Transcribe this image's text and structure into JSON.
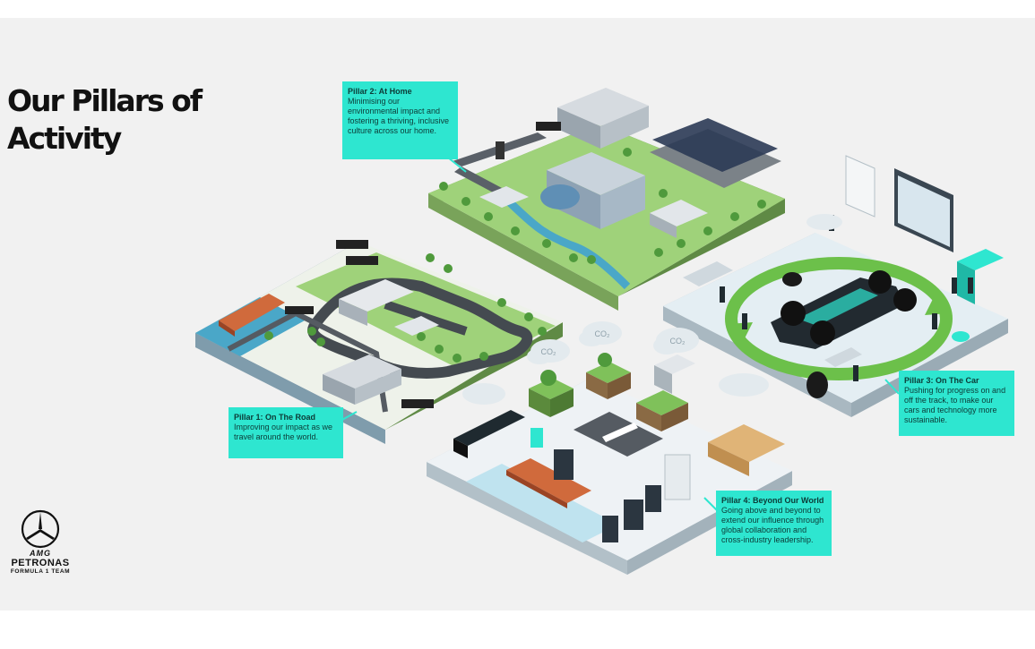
{
  "title_lines": [
    "Our Pillars of",
    "Activity"
  ],
  "pillars": [
    {
      "title": "Pillar 2: At Home",
      "description": "Minimising our environmental impact and fostering a thriving, inclusive culture across our home."
    },
    {
      "title": "Pillar 1: On The Road",
      "description": "Improving our impact as we travel around the world."
    },
    {
      "title": "Pillar 3: On The Car",
      "description": "Pushing for progress on and off the track, to make our cars and technology more sustainable."
    },
    {
      "title": "Pillar 4: Beyond Our World",
      "description": "Going above and beyond to extend our influence through global collaboration and cross-industry leadership."
    }
  ],
  "co2_label": "CO₂",
  "logo": {
    "line1": "AMG",
    "line2": "PETRONAS",
    "line3": "FORMULA 1 TEAM",
    "icon": "three-pointed-star-icon"
  },
  "colors": {
    "callout_bg": "#2ee6d0",
    "grass": "#9fd27a",
    "ground": "#f4f1e8",
    "pad": "#e4eef3",
    "track": "#444a50",
    "eco_ring": "#6cc04a",
    "water": "#4aa7c8"
  }
}
